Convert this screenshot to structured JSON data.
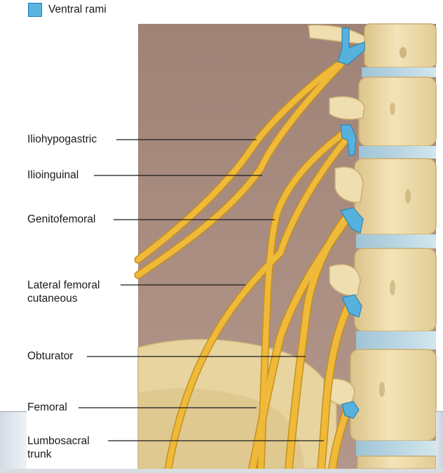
{
  "legend": {
    "label": "Ventral rami",
    "color": "#5ab6e0"
  },
  "colors": {
    "backdrop": "#a4877b",
    "bone": "#efdcaa",
    "disc": "#b9d5e2",
    "nerve": "#eeb93a",
    "ramus": "#56b2dd"
  },
  "labels": [
    {
      "id": "iliohypogastric",
      "text": "Iliohypogastric"
    },
    {
      "id": "ilioinguinal",
      "text": "Ilioinguinal"
    },
    {
      "id": "genitofemoral",
      "text": "Genitofemoral"
    },
    {
      "id": "lateral-femoral-cutaneous",
      "text": "Lateral femoral\ncutaneous"
    },
    {
      "id": "obturator",
      "text": "Obturator"
    },
    {
      "id": "femoral",
      "text": "Femoral"
    },
    {
      "id": "lumbosacral-trunk",
      "text": "Lumbosacral\ntrunk"
    }
  ]
}
